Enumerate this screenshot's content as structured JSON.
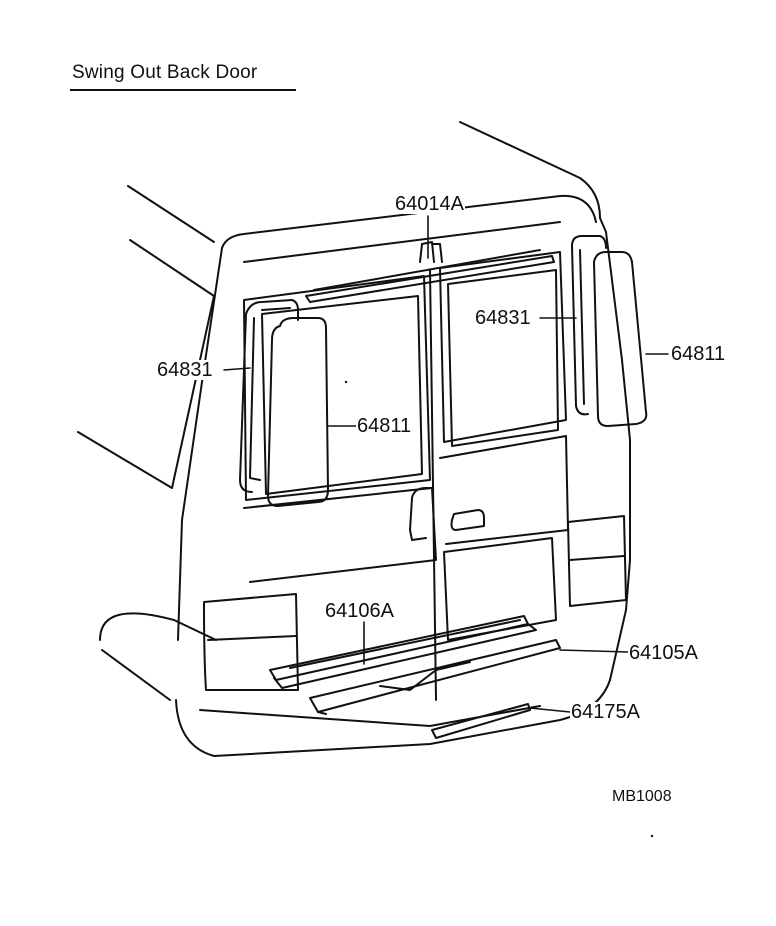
{
  "title": "Swing Out Back Door",
  "figure_code": "MB1008",
  "callouts": {
    "top_moulding": "64014A",
    "glass_left": "64811",
    "glass_right": "64811",
    "weatherstrip_left": "64831",
    "weatherstrip_right": "64831",
    "step_plate": "64106A",
    "step_panel": "64105A",
    "step_cover": "64175A"
  },
  "colors": {
    "line": "#111111",
    "background": "#ffffff"
  }
}
